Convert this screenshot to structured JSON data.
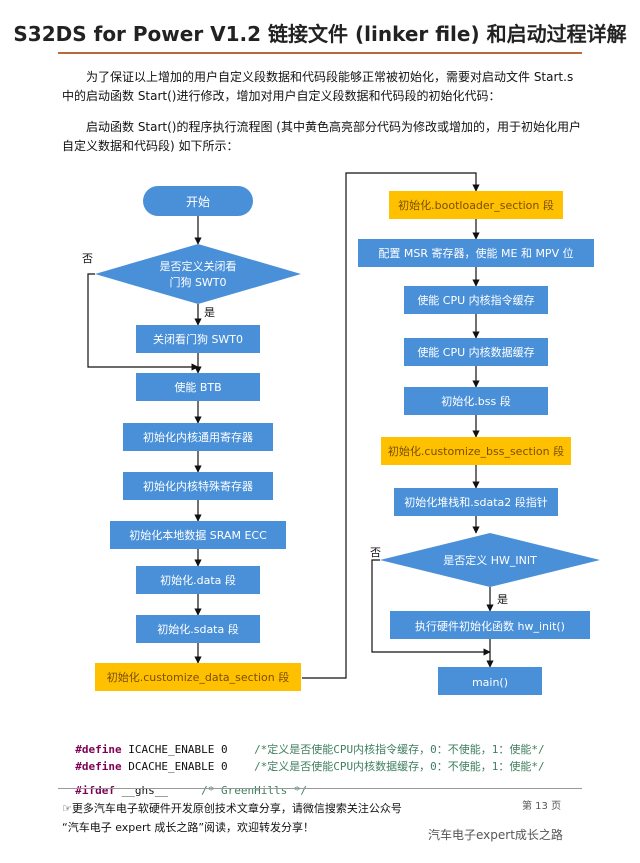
{
  "header": {
    "title": "S32DS for Power V1.2 链接文件 (linker file) 和启动过程详解"
  },
  "paragraphs": {
    "p1": "为了保证以上增加的用户自定义段数据和代码段能够正常被初始化，需要对启动文件 Start.s 中的启动函数 Start()进行修改，增加对用户自定义段数据和代码段的初始化代码：",
    "p2": "启动函数 Start()的程序执行流程图 (其中黄色高亮部分代码为修改或增加的，用于初始化用户自定义数据和代码段) 如下所示："
  },
  "flowchart": {
    "colors": {
      "blue": "#4a90d9",
      "yellow": "#ffc000",
      "line": "#111111"
    },
    "left": {
      "start": "开始",
      "decision": [
        "是否定义关闭看",
        "门狗 SWT0"
      ],
      "no": "否",
      "yes": "是",
      "steps": [
        "关闭看门狗 SWT0",
        "使能 BTB",
        "初始化内核通用寄存器",
        "初始化内核特殊寄存器",
        "初始化本地数据 SRAM ECC",
        "初始化.data 段",
        "初始化.sdata 段",
        "初始化.customize_data_section 段"
      ]
    },
    "right": {
      "steps": [
        "初始化.bootloader_section 段",
        "配置 MSR 寄存器，使能 ME 和 MPV 位",
        "使能 CPU 内核指令缓存",
        "使能 CPU 内核数据缓存",
        "初始化.bss 段",
        "初始化.customize_bss_section 段",
        "初始化堆栈和.sdata2 段指针"
      ],
      "decision": "是否定义 HW_INIT",
      "no": "否",
      "yes": "是",
      "hw_step": "执行硬件初始化函数 hw_init()",
      "end": "main()"
    }
  },
  "code": {
    "line1_kw": "#define",
    "line1_rest": " ICACHE_ENABLE 0    ",
    "line1_cm": "/*定义是否使能CPU内核指令缓存，0：不使能，1：使能*/",
    "line2_kw": "#define",
    "line2_rest": " DCACHE_ENABLE 0    ",
    "line2_cm": "/*定义是否使能CPU内核数据缓存，0：不使能，1：使能*/",
    "line3_kw": "#ifdef",
    "line3_rest": " __ghs__     ",
    "line3_cm": "/* GreenHills */"
  },
  "footer": {
    "line1": "☞更多汽车电子软硬件开发原创技术文章分享，请微信搜索关注公众号",
    "line2": "“汽车电子 expert 成长之路”阅读，欢迎转发分享！",
    "page": "第 13 页",
    "watermark": "汽车电子expert成长之路"
  }
}
